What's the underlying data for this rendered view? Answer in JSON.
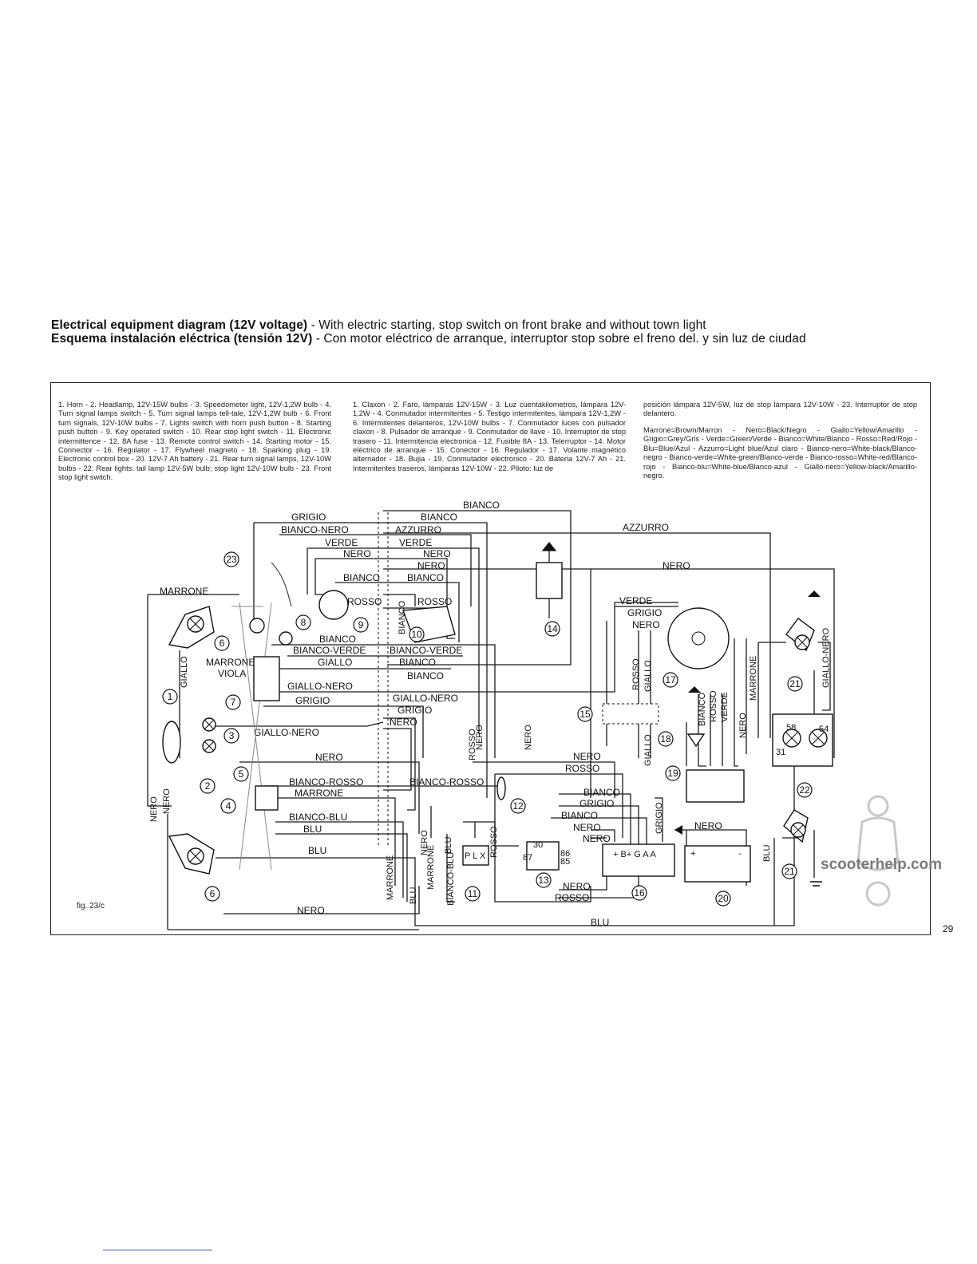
{
  "titles": {
    "line1_bold": "Electrical equipment diagram (12V voltage)",
    "line1_rest": " - With electric starting, stop switch on front brake and without town light",
    "line2_bold": "Esquema instalación eléctrica (tensión 12V)",
    "line2_rest": " - Con motor eléctrico de arranque, interruptor stop sobre el freno del. y sin luz de ciudad"
  },
  "legend": {
    "english": "1. Horn - 2. Headlamp, 12V-15W bulbs - 3. Speedometer light, 12V-1,2W bulb - 4. Turn signal lamps switch - 5. Turn signal lamps tell-tale, 12V-1,2W bulb - 6. Front turn signals, 12V-10W bulbs - 7. Lights switch with horn push button - 8. Starting push button - 9. Key operated switch - 10. Rear stop light switch - 11. Electronic intermittence - 12. 8A fuse - 13. Remote control switch - 14. Starting motor - 15. Connector - 16. Regulator - 17. Flywheel magneto - 18. Sparking plug - 19. Electronic control box - 20. 12V-7 Ah battery - 21. Rear turn signal lamps, 12V-10W bulbs - 22. Rear lights: tail lamp 12V-5W bulb; stop light 12V-10W bulb - 23. Front stop light switch.",
    "spanish": "1. Claxon - 2. Faro, lámparas 12V-15W - 3. Luz cuentakilometros, lámpara 12V-1,2W - 4. Conmutador intermitentes - 5. Testigo intermitentes, lámpara 12V-1,2W - 6. Intermitentes delanteros, 12V-10W bulbs - 7. Conmutador luces con pulsador claxon - 8. Pulsador de arranque - 9. Conmutador de llave - 10. Interruptor de stop trasero - 11. Intermitencia electronica - 12. Fusible 8A - 13. Telerruptor - 14. Motor eléctrico de arranque - 15. Conector - 16. Regulador - 17. Volante magnético alternador - 18. Bujia - 19. Conmutador electronico - 20. Bateria 12V-7 Ah - 21. Intermitentes traseros, lámparas 12V-10W - 22. Piloto: luz de",
    "spanish_cont": "posición lámpara 12V-5W, luz de stop lámpara 12V-10W - 23. Interruptor de stop delantero.",
    "colours": "Marrone=Brown/Marron - Nero=Black/Negro - Giallo=Yellow/Amarillo - Grigio=Grey/Gris - Verde=Green/Verde - Bianco=White/Blanco - Rosso=Red/Rojo - Blu=Blue/Azul - Azzurro=Light blue/Azul claro - Bianco-nero=White-black/Blanco-negro - Bianco-verde=White-green/Blanco-verde - Bianco-rosso=White-red/Blanco-rojo - Bianco-blu=White-blue/Blanco-azul - Giallo-nero=Yellow-black/Amarillo-negro."
  },
  "wire_labels": {
    "bianco": "BIANCO",
    "grigio": "GRIGIO",
    "bianco_nero": "BIANCO-NERO",
    "azzurro": "AZZURRO",
    "verde": "VERDE",
    "nero": "NERO",
    "rosso": "ROSSO",
    "marrone": "MARRONE",
    "viola": "VIOLA",
    "giallo": "GIALLO",
    "giallo_nero": "GIALLO-NERO",
    "bianco_verde": "BIANCO-VERDE",
    "bianco_rosso": "BIANCO-ROSSO",
    "bianco_blu": "BIANCO-BLU",
    "blu": "BLU",
    "bianco_verde_caps": "BIANCO-VERDE",
    "bianco_rosso_caps": "BIANCO-ROSSO"
  },
  "component_numbers": [
    "1",
    "2",
    "3",
    "4",
    "5",
    "6",
    "7",
    "8",
    "9",
    "10",
    "11",
    "12",
    "13",
    "14",
    "15",
    "16",
    "17",
    "18",
    "19",
    "20",
    "21",
    "22",
    "23"
  ],
  "small_text": {
    "plx": "P L X",
    "reg": "+ B+ G A A",
    "r30": "30",
    "r87": "87",
    "r86": "86",
    "r85": "85",
    "l58": "58",
    "l54": "54",
    "l31": "31",
    "bat_plus": "+",
    "bat_minus": "-"
  },
  "figure_caption": "fig. 23/c",
  "page_number": "29",
  "watermark": "scooterhelp.com",
  "colors": {
    "ink": "#1a1a1a",
    "paper": "#ffffff",
    "watermark": "#7a7a7a",
    "footer_link": "#3355aa"
  }
}
